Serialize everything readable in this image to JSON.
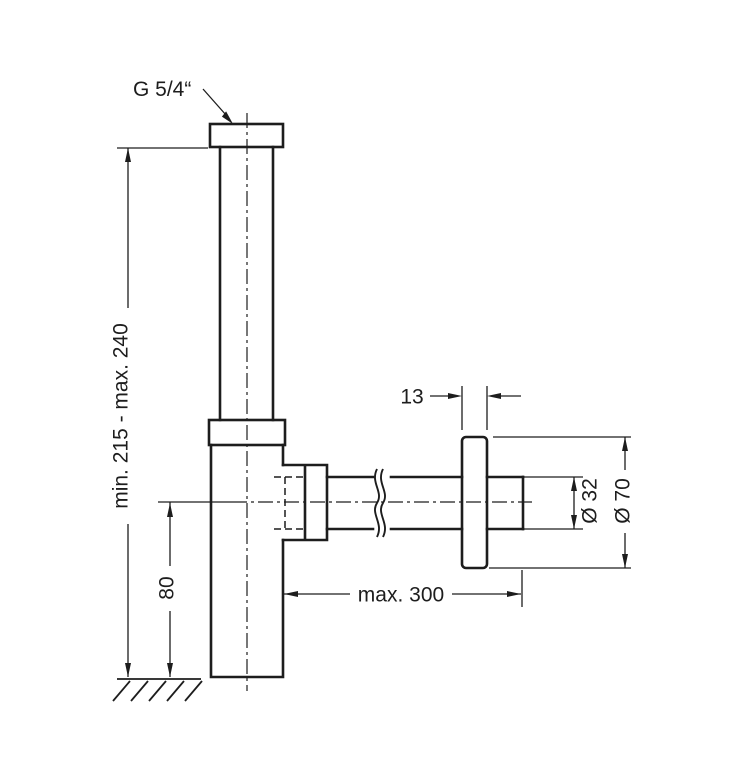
{
  "drawing": {
    "labels": {
      "thread": "G 5/4“",
      "height_range": "min. 215 - max. 240",
      "base_height": "80",
      "flange_thickness": "13",
      "pipe_diameter": "Ø 32",
      "flange_diameter": "Ø 70",
      "max_reach": "max. 300"
    },
    "colors": {
      "line": "#1d1d1d",
      "background": "#ffffff"
    }
  }
}
